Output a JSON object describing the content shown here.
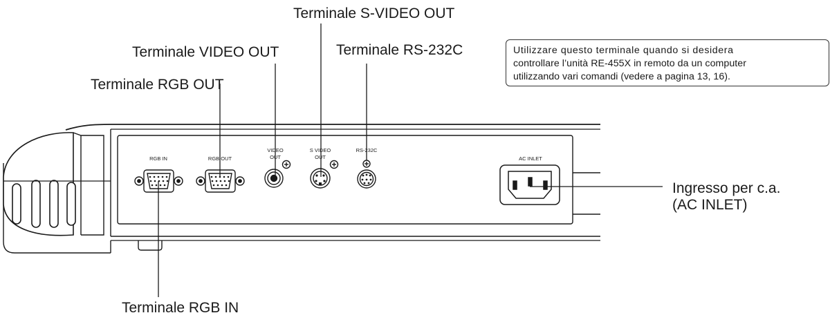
{
  "callouts": {
    "s_video_out": "Terminale S-VIDEO OUT",
    "video_out": "Terminale VIDEO OUT",
    "rs232c": "Terminale RS-232C",
    "rgb_out": "Terminale RGB OUT",
    "ac_inlet_line1": "Ingresso per c.a.",
    "ac_inlet_line2": "(AC INLET)",
    "rgb_in": "Terminale RGB IN"
  },
  "note": {
    "line1": "Utilizzare questo terminale quando si desidera",
    "line2": "controllare l’unità RE-455X in remoto da un computer",
    "line3": "utilizzando vari comandi (vedere a pagina 13, 16)."
  },
  "panel_labels": {
    "rgb_in": "RGB IN",
    "rgb_out": "RGB OUT",
    "video_out_1": "VIDEO",
    "video_out_2": "OUT",
    "s_video_out_1": "S VIDEO",
    "s_video_out_2": "OUT",
    "rs232c": "RS-232C",
    "ac_inlet": "AC INLET"
  }
}
